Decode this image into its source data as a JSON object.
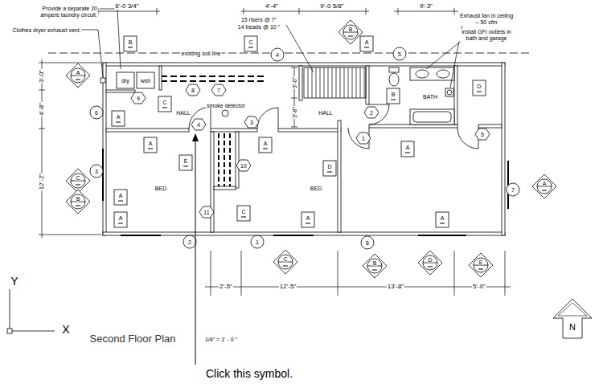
{
  "diagram": {
    "title": "Second Floor Plan",
    "caption": "Click this symbol.",
    "labels": [
      "Provide a separate 20 ampere laundry circuit.",
      "Clothes dryer exhaust vent.",
      "6'-0 3/4\"",
      "15 risers @ 7\"",
      "14 treads @ 10 \"",
      "4'-4\"",
      "9'-0 5/8\"",
      "9'-3\"",
      "Exhaust fan in ceiling – 50 cfm",
      "install GFI outlets in bath and garage",
      "existing soil line",
      "4",
      "5",
      "6",
      "3",
      "7",
      "2",
      "1",
      "8",
      "3'-0\"",
      "4'-8\"",
      "12'-2\"",
      "3'-0\"",
      "3'-8\"",
      "dry",
      "wsh",
      "HALL",
      "smoke detector",
      "HALL",
      "BED",
      "BED",
      "BATH",
      "2'-5\"",
      "12'-5\"",
      "13'-8\"",
      "5'-0\"",
      "1/4\" = 1' - 0 \"",
      "Y",
      "X",
      "N",
      "8",
      "7",
      "9",
      "4",
      "3",
      "2",
      "1",
      "5",
      "10",
      "11",
      "B",
      "C",
      "A",
      "D",
      "C",
      "A",
      "B",
      "A",
      "A",
      "A",
      "E",
      "D",
      "C",
      "A",
      "A",
      "A",
      "A",
      "A",
      "B",
      "C",
      "B",
      "A",
      "C",
      "B",
      "D",
      "E"
    ]
  }
}
